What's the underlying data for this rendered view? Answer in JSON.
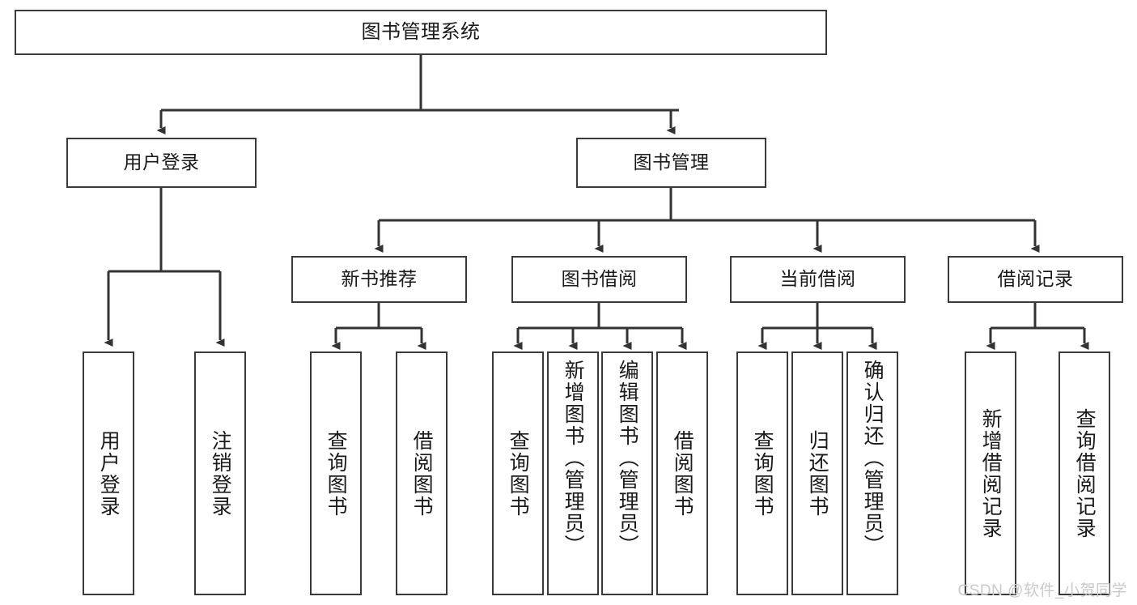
{
  "diagram": {
    "title": "图书管理系统",
    "type": "hierarchy-tree",
    "orientation": "top-down",
    "colors": {
      "box_stroke": "#3a3a3a",
      "box_fill": "#ffffff",
      "edge_stroke": "#333333",
      "text": "#1a1a1a",
      "background": "#ffffff",
      "watermark": "#c9c9c9"
    },
    "watermark": "CSDN @软件_小贺同学"
  },
  "nodes": {
    "root": {
      "label": "图书管理系统",
      "level": 1
    },
    "level2": [
      {
        "id": "user-login",
        "label": "用户登录"
      },
      {
        "id": "book-manage",
        "label": "图书管理"
      }
    ],
    "level3": [
      {
        "id": "new-book-recommend",
        "label": "新书推荐"
      },
      {
        "id": "book-borrow",
        "label": "图书借阅"
      },
      {
        "id": "current-borrow",
        "label": "当前借阅"
      },
      {
        "id": "borrow-record",
        "label": "借阅记录"
      }
    ],
    "leaves": {
      "user-login": [
        {
          "id": "leaf-user-login",
          "label": "用户登录"
        },
        {
          "id": "leaf-user-logout",
          "label": "注销登录"
        }
      ],
      "new-book-recommend": [
        {
          "id": "leaf-query-book-1",
          "label": "查询图书"
        },
        {
          "id": "leaf-borrow-book-1",
          "label": "借阅图书"
        }
      ],
      "book-borrow": [
        {
          "id": "leaf-query-book-2",
          "label": "查询图书"
        },
        {
          "id": "leaf-add-book",
          "label": "新增图书（管理员）"
        },
        {
          "id": "leaf-edit-book",
          "label": "编辑图书（管理员）"
        },
        {
          "id": "leaf-borrow-book-2",
          "label": "借阅图书"
        }
      ],
      "current-borrow": [
        {
          "id": "leaf-query-book-3",
          "label": "查询图书"
        },
        {
          "id": "leaf-return-book",
          "label": "归还图书"
        },
        {
          "id": "leaf-confirm-return",
          "label": "确认归还（管理员）"
        }
      ],
      "borrow-record": [
        {
          "id": "leaf-add-record",
          "label": "新增借阅记录"
        },
        {
          "id": "leaf-query-record",
          "label": "查询借阅记录"
        }
      ]
    }
  }
}
